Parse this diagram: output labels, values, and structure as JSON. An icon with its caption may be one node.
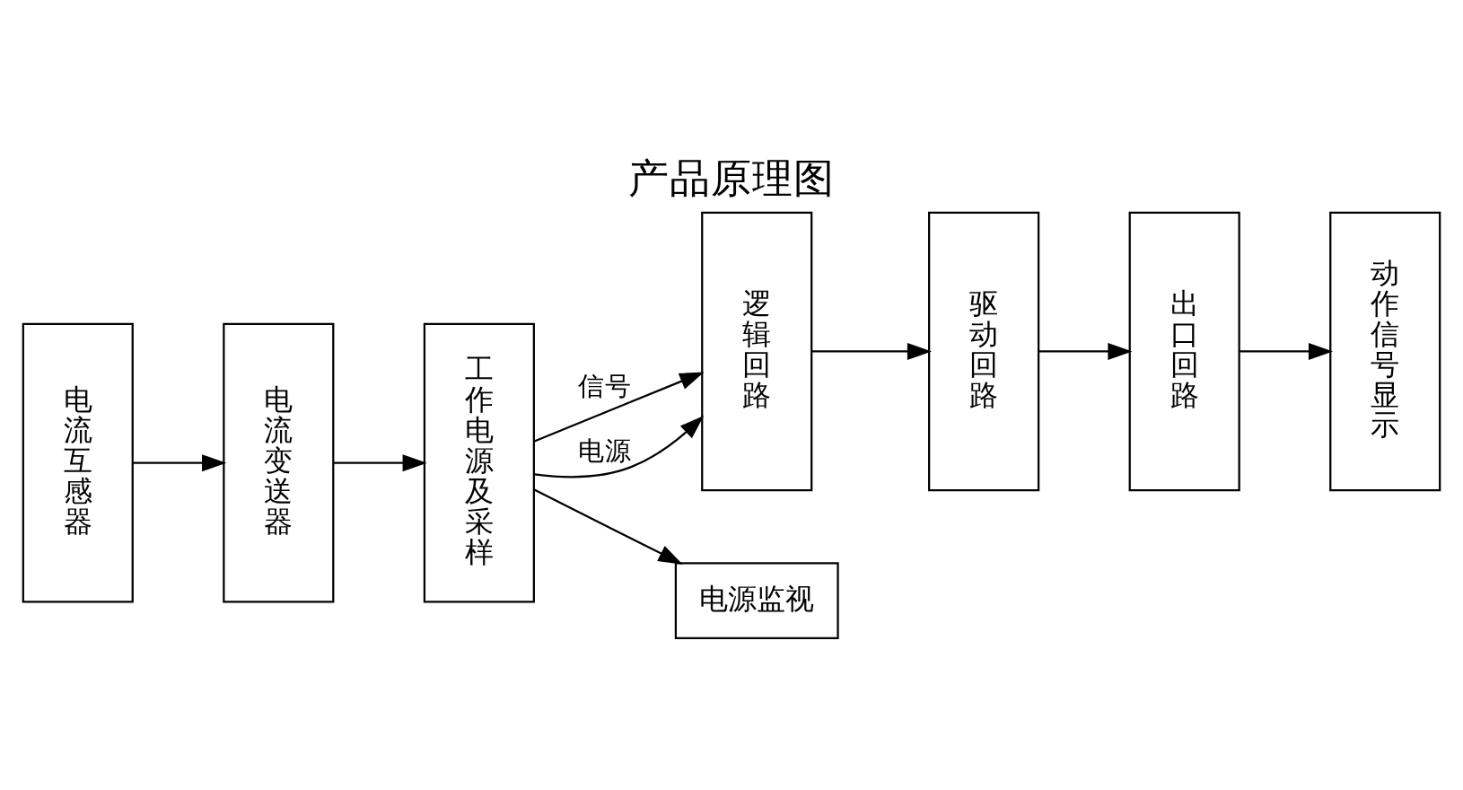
{
  "diagram": {
    "title": "产品原理图",
    "nodes": [
      {
        "text": [
          "电流互感器"
        ]
      },
      {
        "text": [
          "电流变送器"
        ]
      },
      {
        "text": [
          "工作电源及采样"
        ]
      },
      {
        "text": [
          "逻辑回路"
        ]
      },
      {
        "text": [
          "驱动回路"
        ]
      },
      {
        "text": [
          "出口回路"
        ]
      },
      {
        "text": [
          "动作信号显示"
        ]
      },
      {
        "text": [
          "电源监视"
        ]
      }
    ],
    "edges": [
      {
        "from": 0,
        "to": 1,
        "arrow": "to"
      },
      {
        "from": 1,
        "to": 2,
        "arrow": "to"
      },
      {
        "from": 2,
        "to": 3,
        "arrow": "to",
        "label": "信号"
      },
      {
        "from": 2,
        "to": 3,
        "arrow": "to",
        "label": "电源"
      },
      {
        "from": 3,
        "to": 4,
        "arrow": "to"
      },
      {
        "from": 4,
        "to": 5,
        "arrow": "to"
      },
      {
        "from": 5,
        "to": 6,
        "arrow": "to"
      },
      {
        "from": 2,
        "to": 7,
        "arrow": "to"
      }
    ]
  }
}
